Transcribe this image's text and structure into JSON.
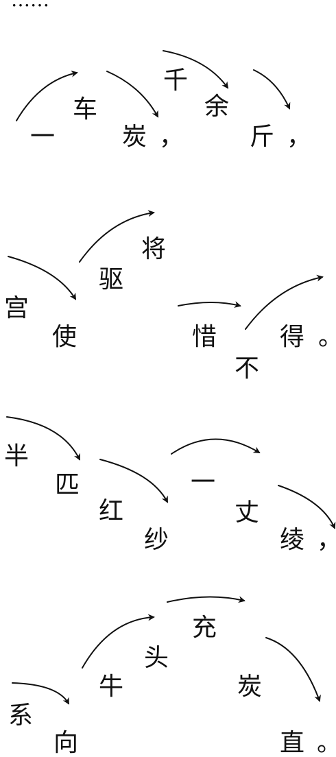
{
  "ellipsis": "……",
  "lines": [
    [
      "一",
      "车",
      "炭",
      "，",
      "千",
      "余",
      "斤",
      "，"
    ],
    [
      "宫",
      "使",
      "驱",
      "将",
      "惜",
      "不",
      "得",
      "。"
    ],
    [
      "半",
      "匹",
      "红",
      "纱",
      "一",
      "丈",
      "绫",
      "，"
    ],
    [
      "系",
      "向",
      "牛",
      "头",
      "充",
      "炭",
      "直",
      "。"
    ]
  ],
  "colors": {
    "text": "#111111",
    "arrow": "#111111"
  }
}
